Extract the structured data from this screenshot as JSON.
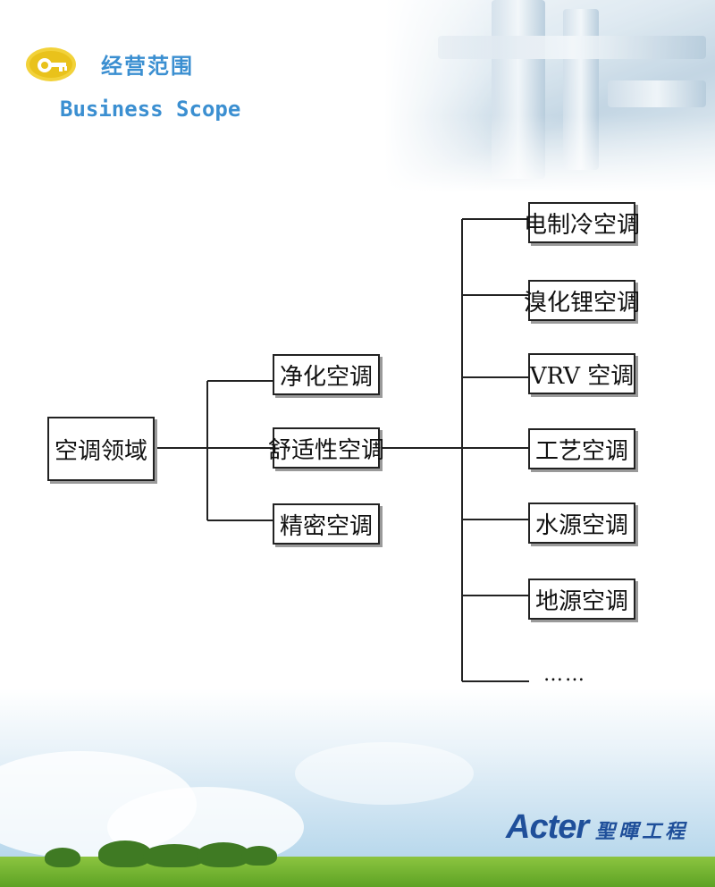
{
  "header": {
    "title_cn": "经营范围",
    "title_en": "Business Scope"
  },
  "diagram": {
    "root": "空调领域",
    "level1": [
      "净化空调",
      "舒适性空调",
      "精密空调"
    ],
    "level2": [
      "电制冷空调",
      "溴化锂空调",
      "VRV 空调",
      "工艺空调",
      "水源空调",
      "地源空调"
    ],
    "more": "……"
  },
  "brand": {
    "name_en": "Acter",
    "name_cn": "聖暉工程"
  },
  "colors": {
    "heading_blue": "#3b8fd1",
    "brand_blue": "#1f4f9a",
    "logo_gold": "#e9c21b"
  },
  "icons": {
    "logo": "key-circle-icon"
  }
}
